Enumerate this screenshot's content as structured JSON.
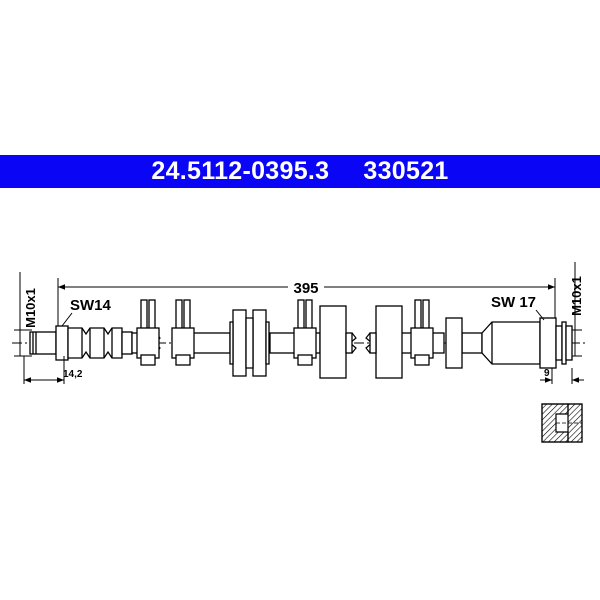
{
  "header": {
    "part_number": "24.5112-0395.3",
    "reference_number": "330521",
    "background_color": "#0a06f5",
    "text_color": "#ffffff"
  },
  "drawing": {
    "overall_length": "395",
    "left_thread": "M10x1",
    "right_thread": "M10x1",
    "left_wrench": "SW14",
    "right_wrench": "SW 17",
    "left_offset": "14,2",
    "right_offset": "9"
  }
}
